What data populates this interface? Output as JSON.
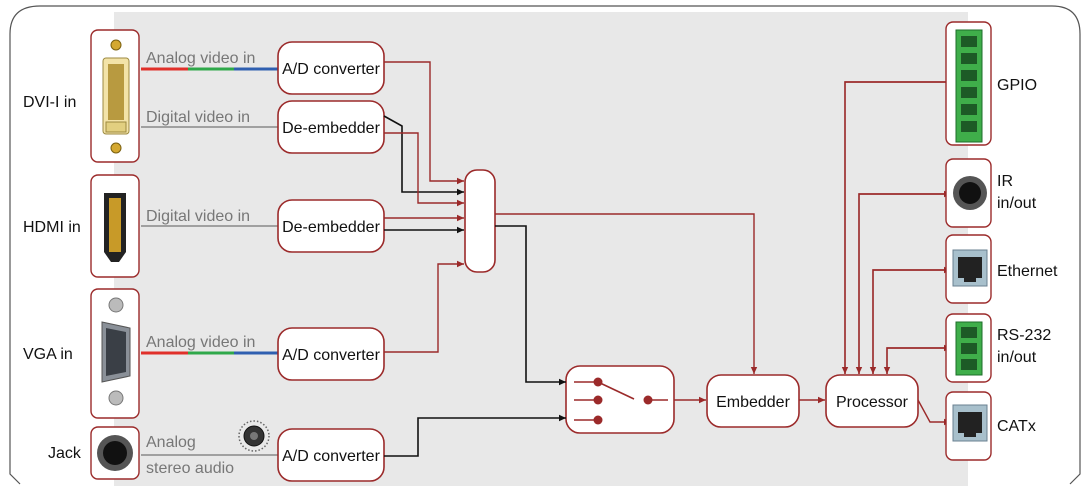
{
  "inputs": {
    "dvi": "DVI-I in",
    "hdmi": "HDMI in",
    "vga": "VGA in",
    "jack": "Jack"
  },
  "signals": {
    "dvi_analog": "Analog video in",
    "dvi_digital": "Digital video in",
    "hdmi_digital": "Digital video in",
    "vga_analog": "Analog video in",
    "audio_line1": "Analog",
    "audio_line2": "stereo audio"
  },
  "blocks": {
    "dvi_ad": "A/D converter",
    "dvi_deembed": "De-embedder",
    "hdmi_deembed": "De-embedder",
    "vga_ad": "A/D converter",
    "audio_ad": "A/D converter",
    "embedder": "Embedder",
    "processor": "Processor"
  },
  "outputs": {
    "gpio": "GPIO",
    "ir_line1": "IR",
    "ir_line2": "in/out",
    "ethernet": "Ethernet",
    "rs232_line1": "RS-232",
    "rs232_line2": "in/out",
    "catx": "CATx"
  },
  "colors": {
    "accent": "#9b2a2a",
    "analog_red": "#e0302a",
    "analog_green": "#2fa84a",
    "analog_blue": "#2f5fb0",
    "connector_green": "#3fae4a",
    "panel_bg": "#e8e8e8"
  }
}
